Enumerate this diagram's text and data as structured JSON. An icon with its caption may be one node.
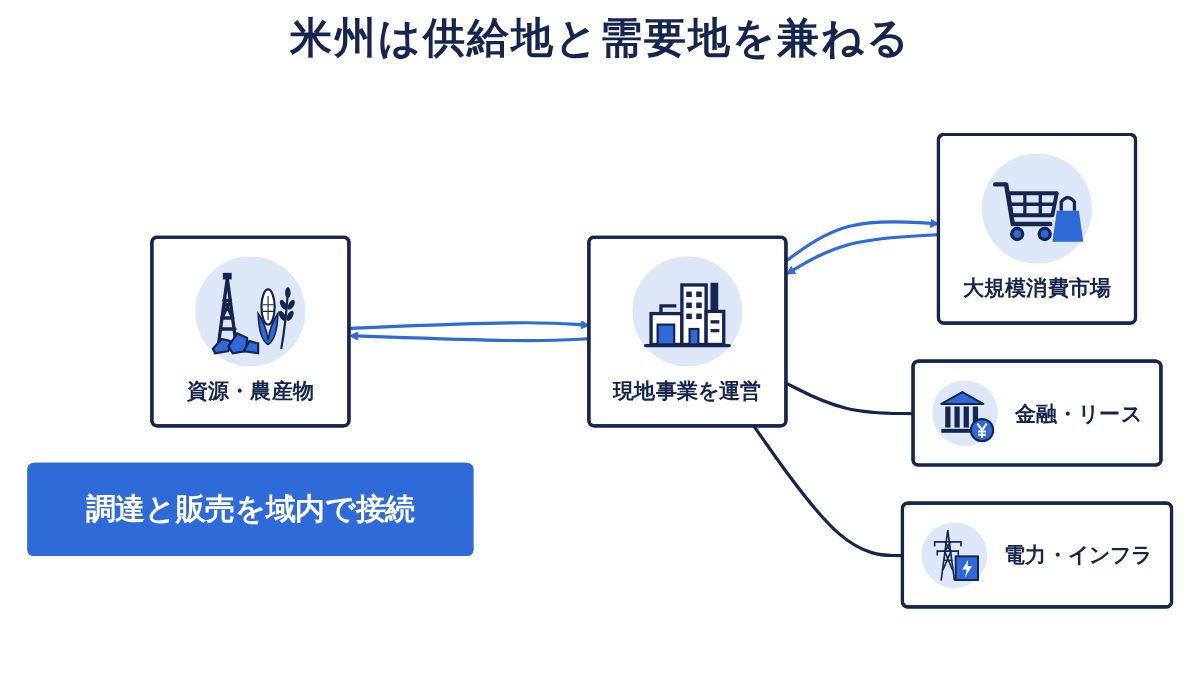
{
  "diagram": {
    "title": "米州は供給地と需要地を兼ねる",
    "nodes": [
      {
        "text": [
          "資源・農産物"
        ]
      },
      {
        "text": [
          "現地事業を運営"
        ]
      },
      {
        "text": [
          "大規模消費市場"
        ]
      },
      {
        "text": [
          "金融・リース"
        ]
      },
      {
        "text": [
          "電力・インフラ"
        ]
      },
      {
        "text": [
          "調達と販売を域内で接続"
        ]
      }
    ],
    "edges": [
      {
        "from": 0,
        "to": 1,
        "arrow": "to"
      },
      {
        "from": 1,
        "to": 0,
        "arrow": "to"
      },
      {
        "from": 1,
        "to": 2,
        "arrow": "to"
      },
      {
        "from": 2,
        "to": 1,
        "arrow": "to"
      },
      {
        "from": 1,
        "to": 3,
        "arrow": "none",
        "color": "#16254f"
      },
      {
        "from": 1,
        "to": 4,
        "arrow": "none",
        "color": "#16254f"
      }
    ]
  }
}
